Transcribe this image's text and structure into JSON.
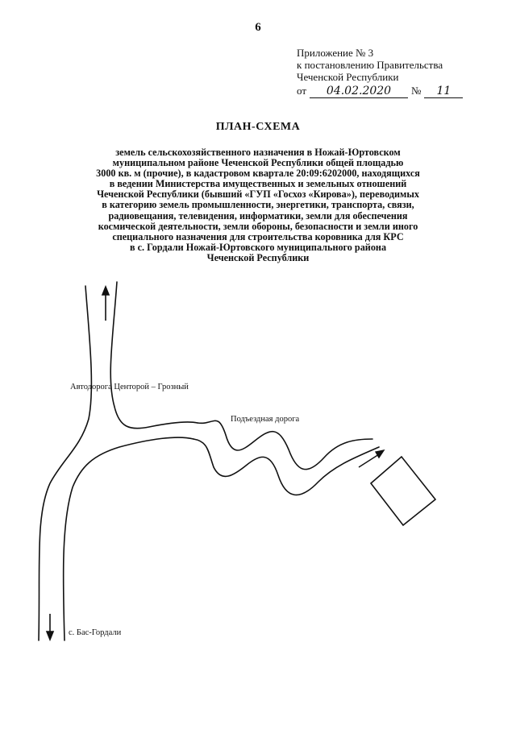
{
  "page_number": "6",
  "appendix": {
    "title": "Приложение № 3",
    "line1": "к постановлению Правительства",
    "line2": "Чеченской Республики",
    "from_label": "от",
    "date_handwritten": "04.02.2020",
    "number_label": "№",
    "number_handwritten": "11"
  },
  "title": "ПЛАН-СХЕМА",
  "description_lines": [
    "земель сельскохозяйственного назначения в Ножай-Юртовском",
    "муниципальном районе Чеченской Республики общей площадью",
    "3000 кв. м (прочие), в кадастровом квартале 20:09:6202000, находящихся",
    "в ведении Министерства имущественных и земельных отношений",
    "Чеченской Республики (бывший «ГУП «Госхоз «Кирова»), переводимых",
    "в категорию земель промышленности, энергетики, транспорта, связи,",
    "радиовещания, телевидения, информатики, земли для обеспечения",
    "космической деятельности, земли обороны, безопасности и земли иного",
    "специального назначения для строительства коровника для КРС",
    "в с. Гордали Ножай-Юртовского муниципального района",
    "Чеченской Республики"
  ],
  "map_labels": {
    "highway": "Автодорога Центорой – Грозный",
    "access_road": "Подъездная дорога",
    "village": "с. Бас-Гордали"
  }
}
